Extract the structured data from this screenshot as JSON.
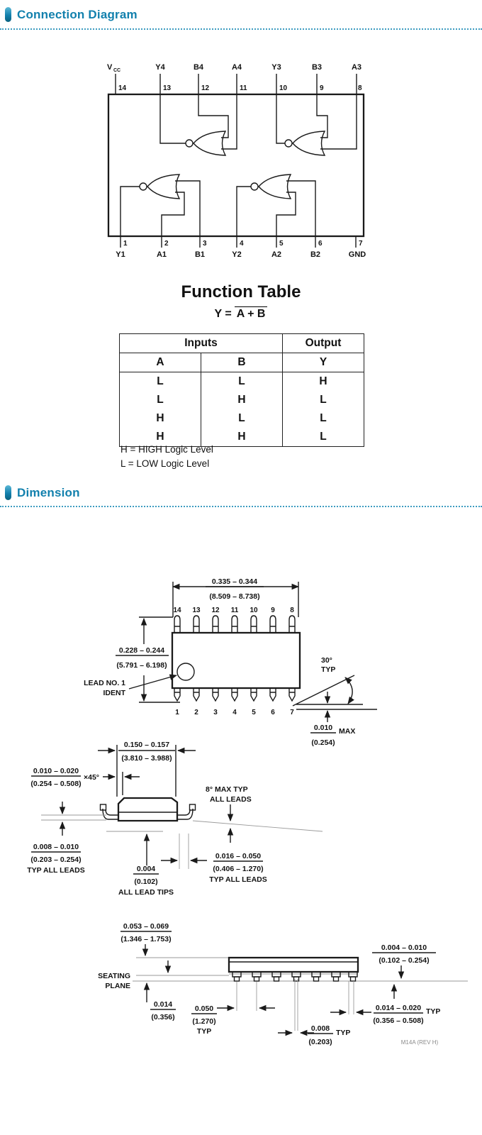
{
  "page": {
    "section1_title": "Connection Diagram",
    "section2_title": "Dimension"
  },
  "connection_diagram": {
    "vcc_label": {
      "main": "V",
      "sub": "CC"
    },
    "top_labels": [
      "Y4",
      "B4",
      "A4",
      "Y3",
      "B3",
      "A3"
    ],
    "top_numbers": [
      "14",
      "13",
      "12",
      "11",
      "10",
      "9",
      "8"
    ],
    "bottom_labels": [
      "Y1",
      "A1",
      "B1",
      "Y2",
      "A2",
      "B2",
      "GND"
    ],
    "bottom_numbers": [
      "1",
      "2",
      "3",
      "4",
      "5",
      "6",
      "7"
    ],
    "gate_type": "2-input NOR",
    "gate_count": 4
  },
  "function_table": {
    "title": "Function Table",
    "equation": {
      "lhs": "Y =",
      "overbar": "A + B"
    },
    "group_headers": {
      "inputs": "Inputs",
      "output": "Output"
    },
    "column_headers": {
      "a": "A",
      "b": "B",
      "y": "Y"
    },
    "rows": [
      [
        "L",
        "L",
        "H"
      ],
      [
        "L",
        "H",
        "L"
      ],
      [
        "H",
        "L",
        "L"
      ],
      [
        "H",
        "H",
        "L"
      ]
    ],
    "notes": [
      "H = HIGH Logic Level",
      "L = LOW Logic Level"
    ]
  },
  "dimensions": {
    "top_view": {
      "width_in": "0.335 – 0.344",
      "width_mm": "(8.509 – 8.738)",
      "body_in": "0.228 – 0.244",
      "body_mm": "(5.791 – 6.198)",
      "pin_numbers_top": [
        "14",
        "13",
        "12",
        "11",
        "10",
        "9",
        "8"
      ],
      "pin_numbers_bottom": [
        "1",
        "2",
        "3",
        "4",
        "5",
        "6",
        "7"
      ],
      "lead_ident_1": "LEAD NO. 1",
      "lead_ident_2": "IDENT",
      "angle": "30°",
      "angle_note": "TYP",
      "standoff_in": "0.010",
      "standoff_note": "MAX",
      "standoff_mm": "(0.254)"
    },
    "side_view": {
      "body_top_in": "0.150 – 0.157",
      "body_top_mm": "(3.810 – 3.988)",
      "chamfer_in": "0.010 – 0.020",
      "chamfer_mm": "(0.254 – 0.508)",
      "chamfer_angle": "×45°",
      "lead_angle_1": "8° MAX TYP",
      "lead_angle_2": "ALL LEADS",
      "lead_thickness_in": "0.008 – 0.010",
      "lead_thickness_mm": "(0.203 – 0.254)",
      "lead_thickness_note": "TYP ALL LEADS",
      "tip_in": "0.004",
      "tip_mm": "(0.102)",
      "tip_note": "ALL LEAD TIPS",
      "foot_in": "0.016 – 0.050",
      "foot_mm": "(0.406 – 1.270)",
      "foot_note": "TYP ALL LEADS"
    },
    "bottom_view": {
      "height_in": "0.053 – 0.069",
      "height_mm": "(1.346 – 1.753)",
      "seating_1": "SEATING",
      "seating_2": "PLANE",
      "standoff_in": "0.014",
      "standoff_mm": "(0.356)",
      "pitch_in": "0.050",
      "pitch_mm": "(1.270)",
      "pitch_note": "TYP",
      "web_in": "0.008",
      "web_mm": "(0.203)",
      "web_note": "TYP",
      "lead_width_in": "0.014 – 0.020",
      "lead_width_note": "TYP",
      "lead_width_mm": "(0.356 – 0.508)",
      "tip_gap_in": "0.004 – 0.010",
      "tip_gap_mm": "(0.102 – 0.254)",
      "rev": "M14A (REV H)"
    }
  }
}
